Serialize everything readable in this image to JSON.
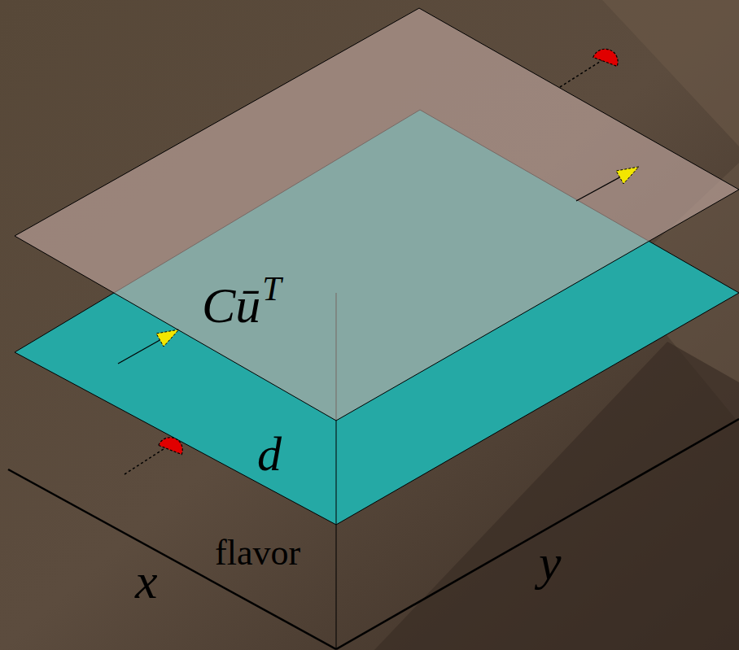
{
  "diagram": {
    "labels": [
      "Cū",
      "T",
      "d",
      "flavor",
      "x",
      "y"
    ]
  }
}
